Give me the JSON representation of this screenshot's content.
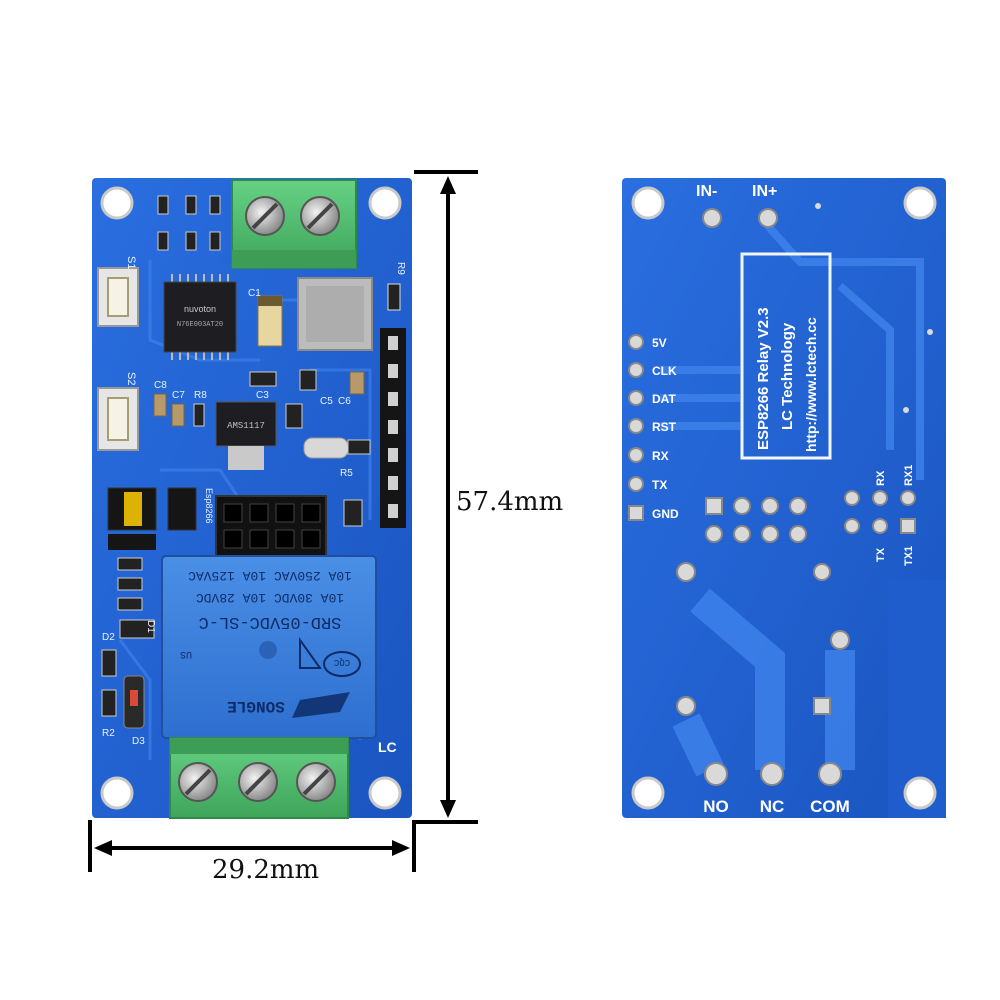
{
  "dimensions": {
    "height": "57.4mm",
    "width": "29.2mm"
  },
  "front": {
    "chip_brand": "nuvoton",
    "chip_part": "N76E003AT20",
    "regulator": "AMS1117",
    "jumper_label": "Esp8266",
    "relay": {
      "model": "SRD-05VDC-SL-C",
      "line1": "10A  30VDC  10A  28VDC",
      "line2": "10A  250VAC  10A  125VAC",
      "brand": "SONGLE",
      "cert_mark": "CQC",
      "us_mark": "US"
    },
    "labels": {
      "s1": "S1",
      "s2": "S2",
      "c1": "C1",
      "c3": "C3",
      "c5": "C5",
      "c6": "C6",
      "c7": "C7",
      "c8": "C8",
      "r8": "R8",
      "r9": "R9",
      "d1": "D1",
      "d2": "D2",
      "d3": "D3",
      "r2": "R2",
      "r5": "R5",
      "lc": "LC"
    }
  },
  "back": {
    "title": "ESP8266 Relay V2.3",
    "company": "LC Technology",
    "website": "http://www.lctech.cc",
    "in_minus": "IN-",
    "in_plus": "IN+",
    "pins": [
      "5V",
      "CLK",
      "DAT",
      "RST",
      "RX",
      "TX",
      "GND"
    ],
    "serial": {
      "rx": "RX",
      "rx1": "RX1",
      "tx": "TX",
      "tx1": "TX1"
    },
    "terminals": [
      "NO",
      "NC",
      "COM"
    ]
  },
  "colors": {
    "pcb": "#1f5fd0",
    "pcb_dark": "#174aa8",
    "terminal": "#4fbf6a",
    "relay": "#3c7fd8"
  }
}
